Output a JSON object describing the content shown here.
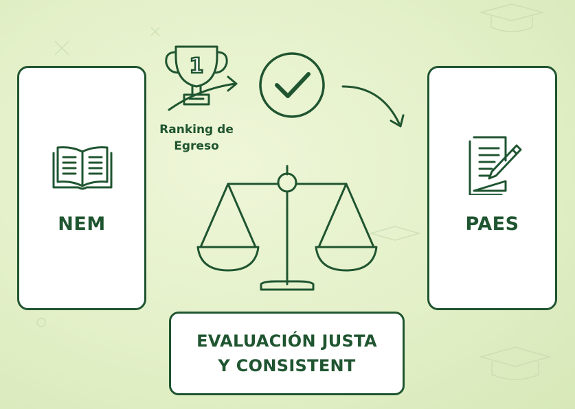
{
  "left_card": {
    "title": "NEM",
    "icon": "open-book-icon"
  },
  "right_card": {
    "title": "PAES",
    "icon": "document-pencil-icon"
  },
  "ranking": {
    "icon": "trophy-icon",
    "trophy_number": "1",
    "label_line1": "Ranking de",
    "label_line2": "Egreso"
  },
  "check": {
    "icon": "checkmark-circle-icon"
  },
  "scale": {
    "icon": "balance-scale-icon"
  },
  "result": {
    "line1": "EVALUACIÓN JUSTA",
    "line2": "Y CONSISTENT"
  },
  "colors": {
    "primary": "#1f5530",
    "background": "#e3f0c8",
    "card": "#ffffff"
  }
}
